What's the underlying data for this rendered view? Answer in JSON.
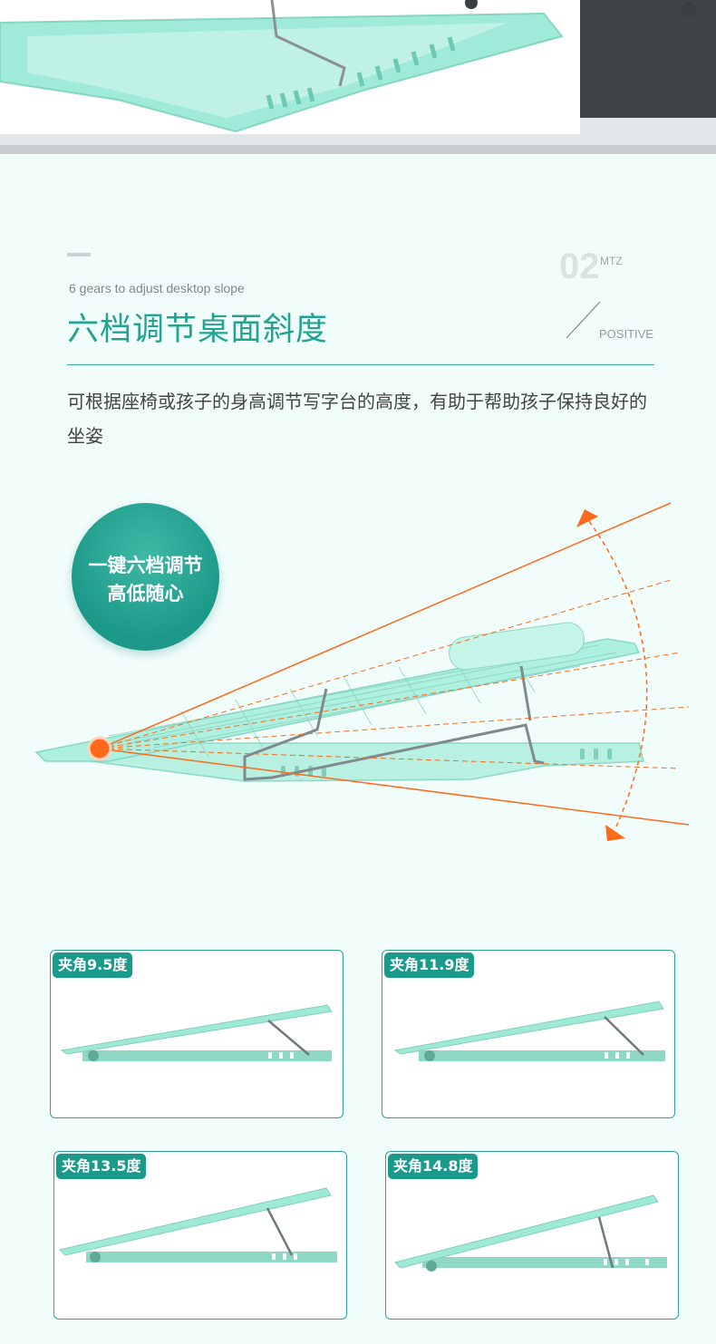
{
  "section": {
    "subtitle_en": "6 gears to adjust desktop slope",
    "title": "六档调节桌面斜度",
    "number": "02",
    "number_suffix": "MTZ",
    "tag": "POSITIVE",
    "description": "可根据座椅或孩子的身高调节写字台的高度，有助于帮助孩子保持良好的坐姿"
  },
  "feature_circle": {
    "line1": "一键六档调节",
    "line2": "高低随心"
  },
  "angles": [
    {
      "label": "夹角9.5度",
      "degrees": 9.5
    },
    {
      "label": "夹角11.9度",
      "degrees": 11.9
    },
    {
      "label": "夹角13.5度",
      "degrees": 13.5
    },
    {
      "label": "夹角14.8度",
      "degrees": 14.8
    }
  ],
  "colors": {
    "accent": "#23a391",
    "mint": "#a4eedd",
    "orange": "#ff6a1a"
  }
}
